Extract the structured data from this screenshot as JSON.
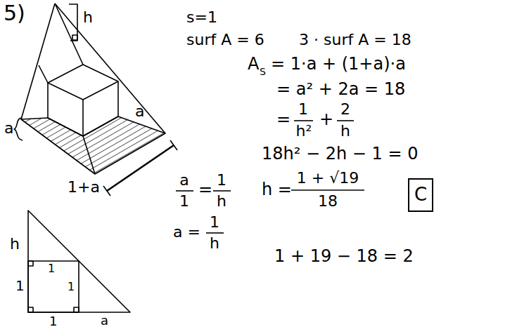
{
  "diagram": {
    "nodes": [
      {
        "text": [
          "C"
        ]
      }
    ],
    "labels": [
      "5)",
      "h",
      "a",
      "a",
      "1+a",
      "s=1",
      "surf A = 6",
      "3 · surf A = 18",
      "A",
      "S",
      "= 1·a + (1+a)·a",
      "= a² + 2a = 18",
      "=",
      "1",
      "h²",
      "+",
      "2",
      "h",
      "18h² − 2h − 1 = 0",
      "a",
      "1",
      "=",
      "1",
      "h",
      "a =",
      "1",
      "h",
      "h =",
      "1 + √19",
      "18",
      "1 + 19 − 18 = 2",
      "h",
      "1",
      "1",
      "1",
      "1",
      "a"
    ]
  }
}
